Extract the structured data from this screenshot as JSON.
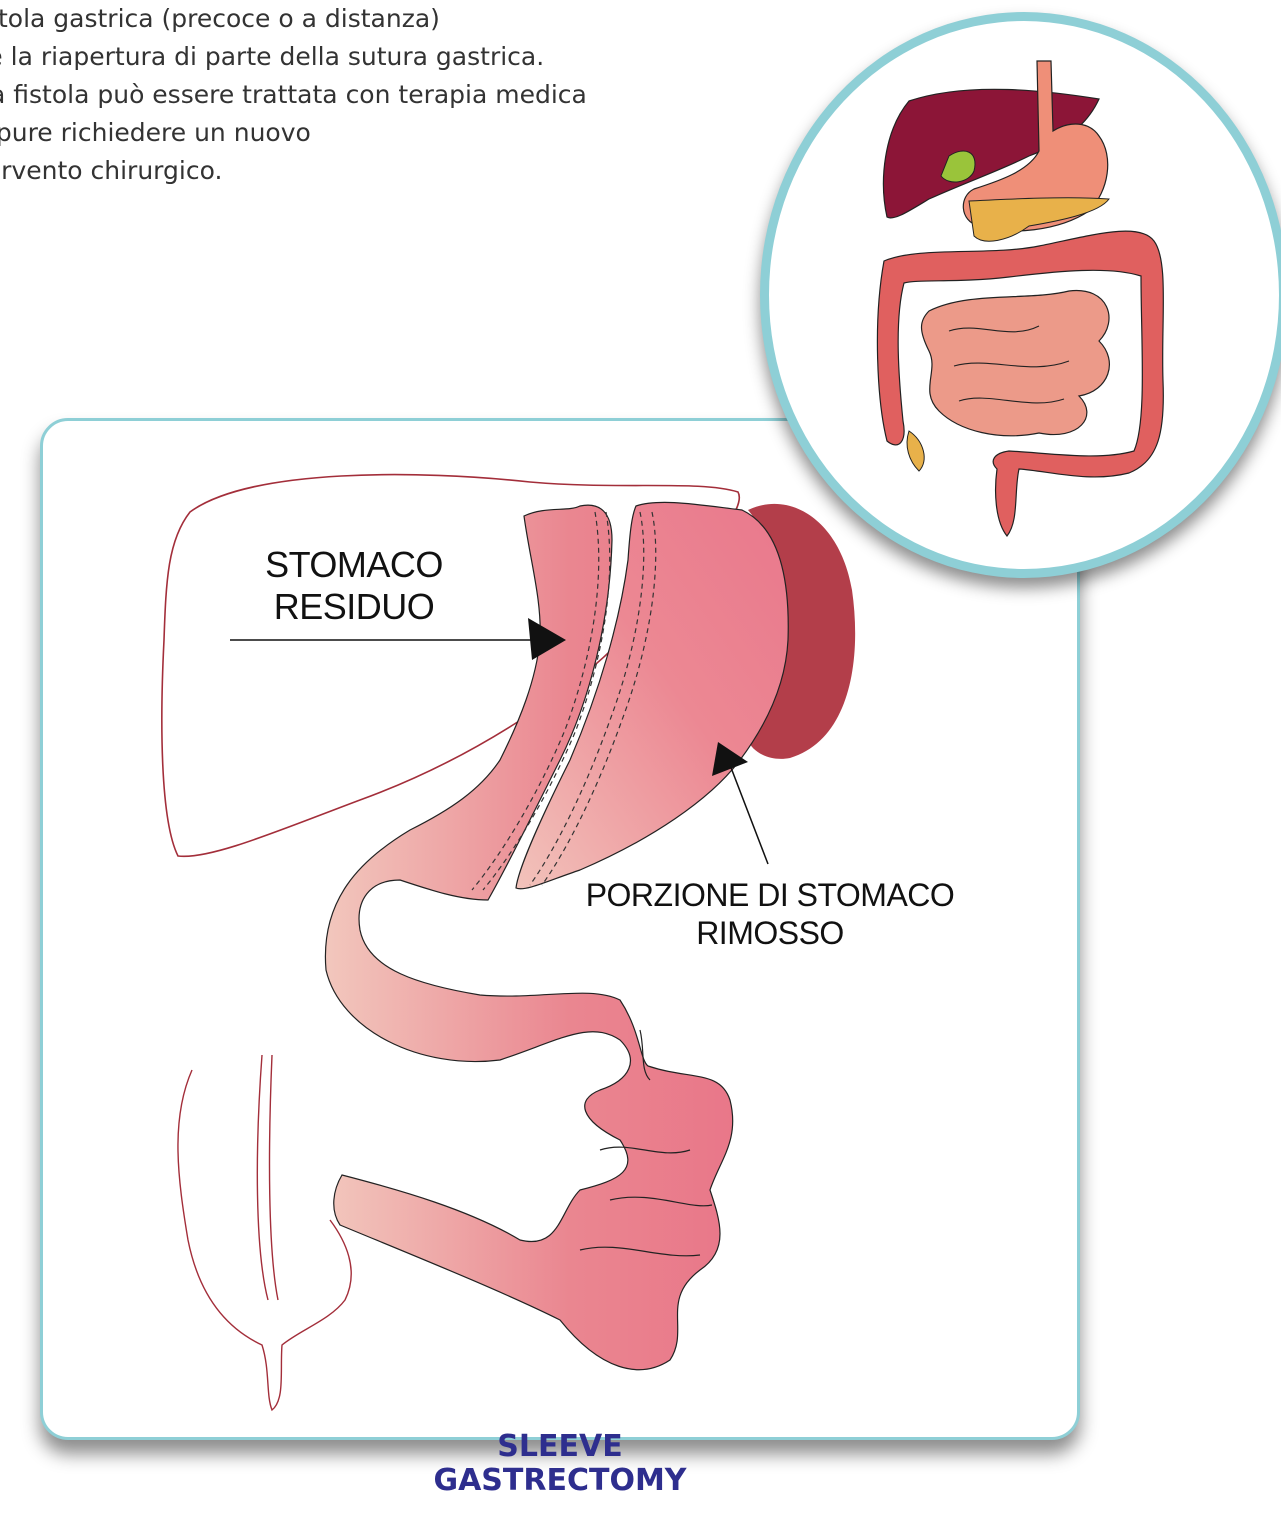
{
  "intro": {
    "lines": [
      "istola gastrica (precoce o a distanza)",
      "oè la riapertura di parte della sutura gastrica.",
      "a fistola può essere trattata con terapia medica",
      "ppure richiedere un nuovo",
      "tervento chirurgico."
    ]
  },
  "labels": {
    "stomaco_residuo": [
      "STOMACO",
      "RESIDUO"
    ],
    "porzione_rimossa": [
      "PORZIONE DI STOMACO",
      "RIMOSSO"
    ]
  },
  "caption": [
    "SLEEVE",
    "GASTRECTOMY"
  ],
  "colors": {
    "accent": "#8ecfd6",
    "caption": "#2e2e8e",
    "stomach": "#e97887",
    "spleen": "#b33e4a"
  }
}
